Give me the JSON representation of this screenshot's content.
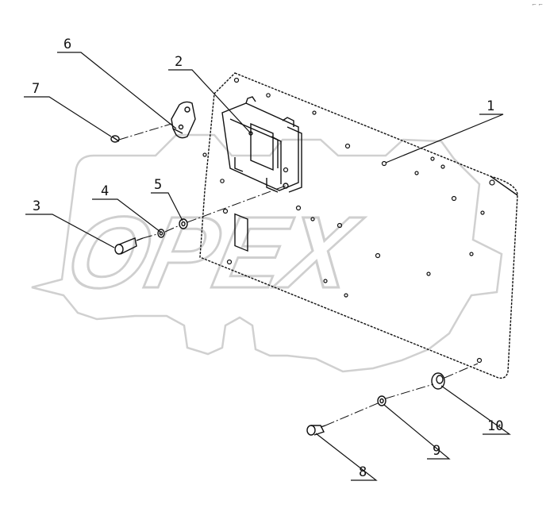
{
  "watermark": {
    "text": "OPEX",
    "color": "#d0d0d0"
  },
  "corner_mark": "⌐ ⌐",
  "callouts": [
    {
      "id": "1",
      "label": "1"
    },
    {
      "id": "2",
      "label": "2"
    },
    {
      "id": "3",
      "label": "3"
    },
    {
      "id": "4",
      "label": "4"
    },
    {
      "id": "5",
      "label": "5"
    },
    {
      "id": "6",
      "label": "6"
    },
    {
      "id": "7",
      "label": "7"
    },
    {
      "id": "8",
      "label": "8"
    },
    {
      "id": "9",
      "label": "9"
    },
    {
      "id": "10",
      "label": "10"
    }
  ],
  "colors": {
    "line": "#111111",
    "watermark": "#d0d0d0"
  }
}
